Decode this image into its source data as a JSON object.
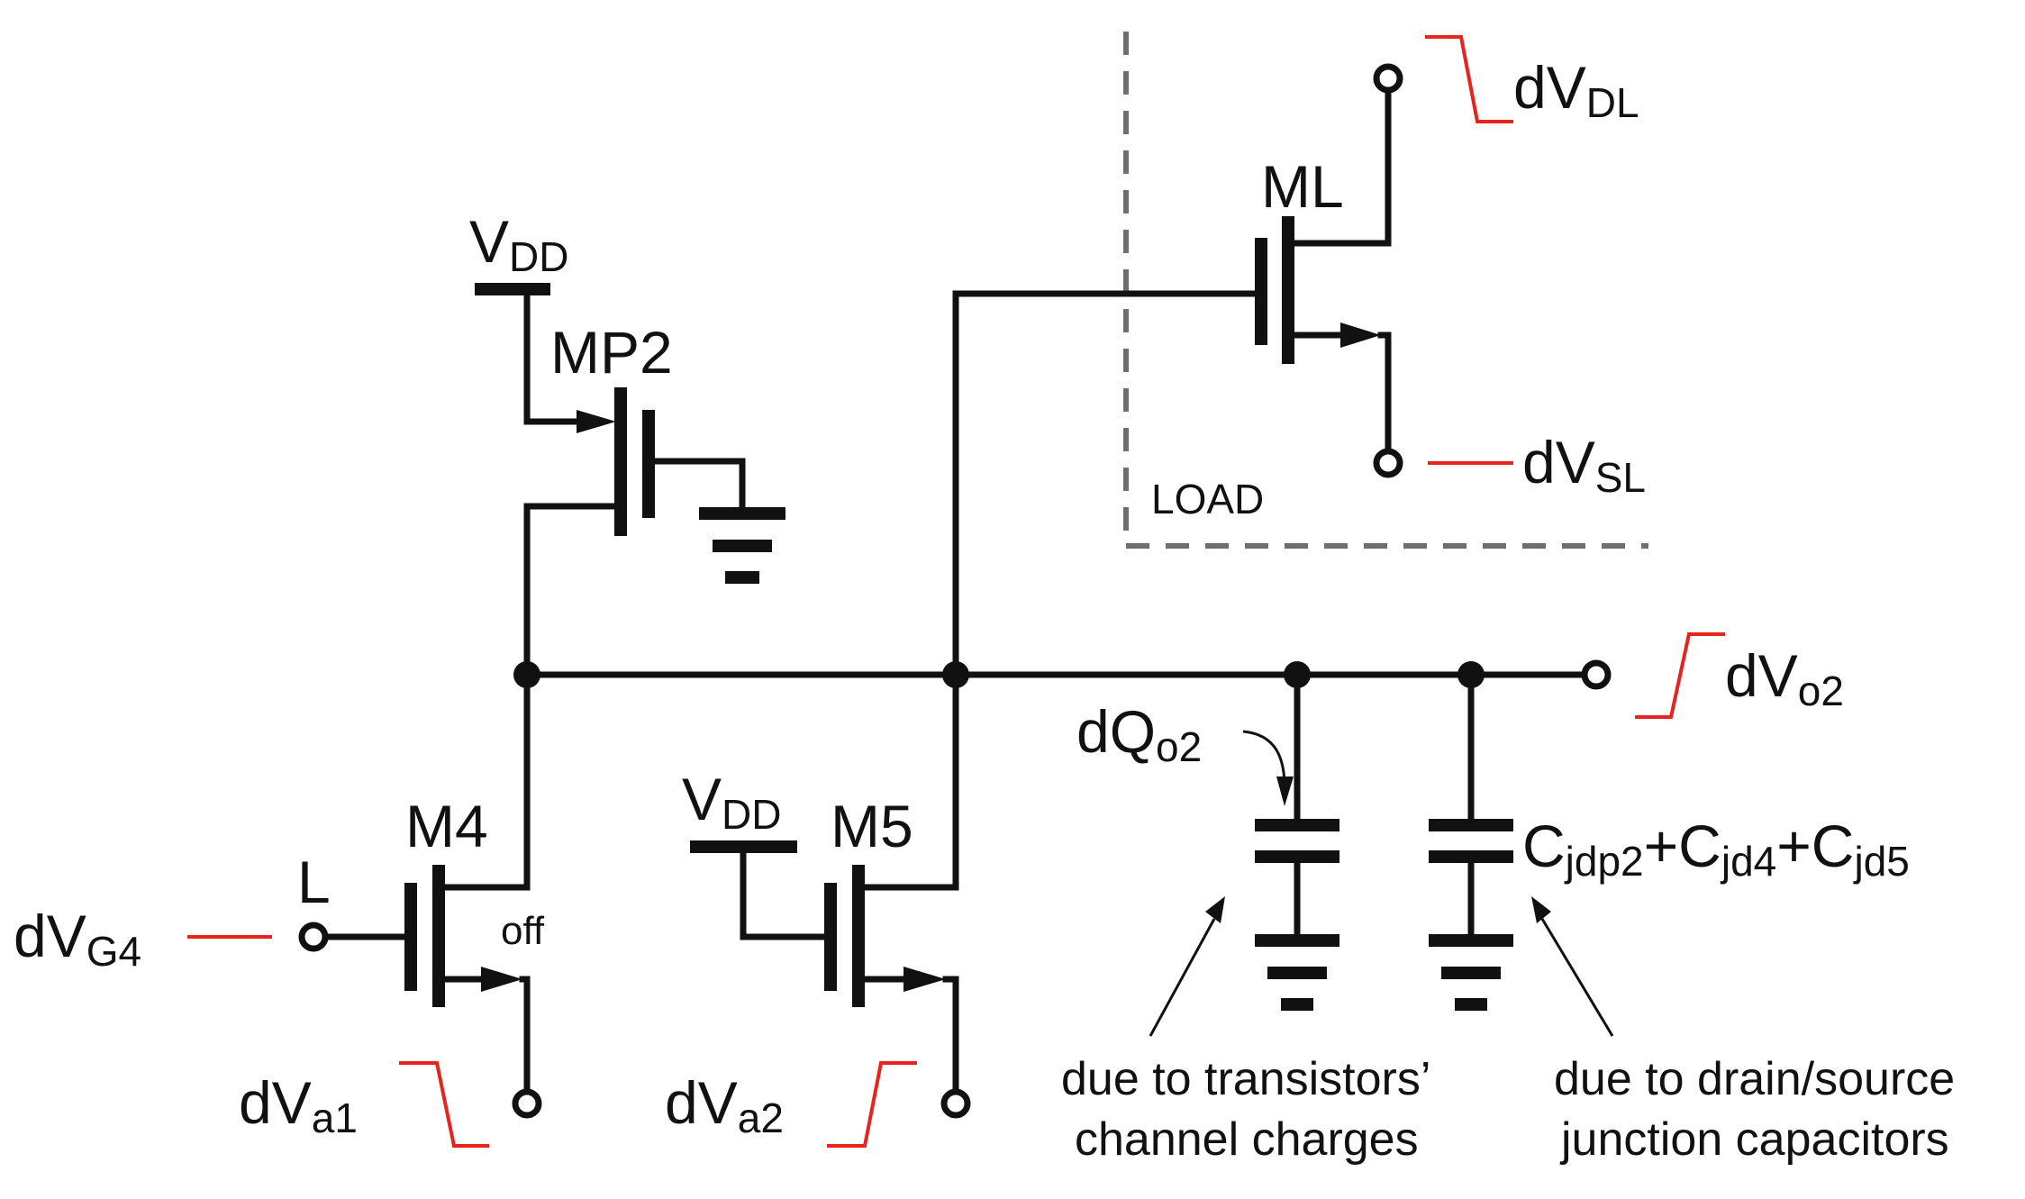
{
  "labels": {
    "vdd_mp2": "V",
    "vdd_mp2_sub": "DD",
    "mp2": "MP2",
    "ml": "ML",
    "load": "LOAD",
    "dvdl": "dV",
    "dvdl_sub": "DL",
    "dvsl": "dV",
    "dvsl_sub": "SL",
    "dvo2": "dV",
    "dvo2_sub": "o2",
    "dqo2": "dQ",
    "dqo2_sub": "o2",
    "m4": "M4",
    "l": "L",
    "off": "off",
    "dvg4": "dV",
    "dvg4_sub": "G4",
    "dva1": "dV",
    "dva1_sub": "a1",
    "vdd_m5": "V",
    "vdd_m5_sub": "DD",
    "m5": "M5",
    "dva2": "dV",
    "dva2_sub": "a2",
    "cap_c1": "C",
    "cap_sub1": "jdp2",
    "cap_plus1": "+C",
    "cap_sub2": "jd4",
    "cap_plus2": "+C",
    "cap_sub3": "jd5",
    "note1_line1": "due to transistors’",
    "note1_line2": "channel charges",
    "note2_line1": "due to drain/source",
    "note2_line2": "junction capacitors"
  },
  "colors": {
    "wire": "#111111",
    "signal_red": "#e8231e",
    "load_box": "#6e6e6e"
  }
}
